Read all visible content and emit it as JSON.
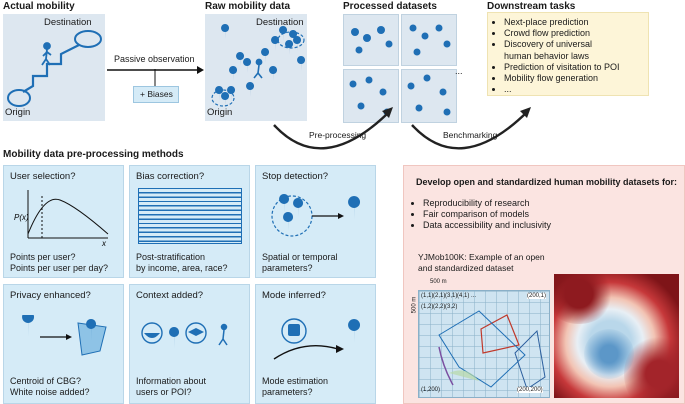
{
  "sections": {
    "actual_mobility": {
      "title": "Actual mobility",
      "destination": "Destination",
      "origin": "Origin"
    },
    "passive": {
      "label": "Passive observation",
      "biases": "+ Biases"
    },
    "raw": {
      "title": "Raw mobility data",
      "destination": "Destination",
      "origin": "Origin"
    },
    "processed": {
      "title": "Processed datasets",
      "ellipsis": "..."
    },
    "downstream": {
      "title": "Downstream tasks",
      "items": [
        "Next-place prediction",
        "Crowd flow prediction",
        "Discovery of universal",
        "human behavior laws",
        "Prediction of visitation to POI",
        "Mobility flow generation",
        "..."
      ]
    },
    "arrows": {
      "preprocessing": "Pre-processing",
      "benchmarking": "Benchmarking"
    },
    "methods": {
      "title": "Mobility data pre-processing methods",
      "cards": [
        {
          "question": "User selection?",
          "answer1": "Points per user?",
          "answer2": "Points per user per day?",
          "axis_y": "P(x)",
          "axis_x": "x"
        },
        {
          "question": "Bias correction?",
          "answer1": "Post-stratification",
          "answer2": "by income, area, race?"
        },
        {
          "question": "Stop detection?",
          "answer1": "Spatial or temporal",
          "answer2": "parameters?"
        },
        {
          "question": "Privacy enhanced?",
          "answer1": "Centroid of CBG?",
          "answer2": "White noise added?"
        },
        {
          "question": "Context added?",
          "answer1": "Information about",
          "answer2": "users or POI?"
        },
        {
          "question": "Mode inferred?",
          "answer1": "Mode estimation",
          "answer2": "parameters?"
        }
      ]
    },
    "develop": {
      "title": "Develop open and standardized human mobility datasets for:",
      "items": [
        "Reproducibility of research",
        "Fair comparison of models",
        "Data accessibility and inclusivity"
      ],
      "example1": "YJMob100K: Example of an open",
      "example2": "and standardized dataset",
      "scale_x": "500 m",
      "scale_y": "500 m",
      "grid_labels": [
        "(1,1)",
        "(2,1)",
        "(3,1)",
        "(4,1)",
        "...",
        "(1,2)",
        "(2,2)",
        "(3,2)",
        "(200,1)",
        "(1,200)",
        "(200,200)"
      ]
    }
  },
  "colors": {
    "accent": "#1f6fb5",
    "card_bg": "#d5ebf7",
    "panel_bg": "#dde7f0",
    "tasks_bg": "#fdf5d8",
    "dev_bg": "#fbe4e1"
  }
}
